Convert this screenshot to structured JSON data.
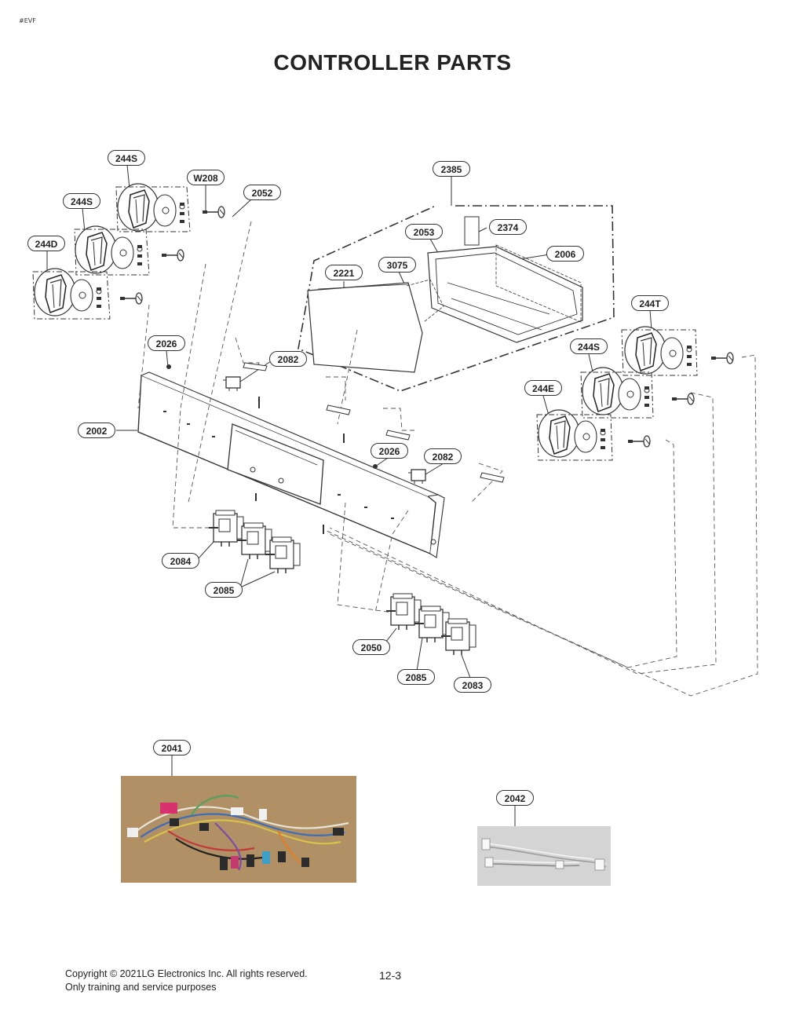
{
  "header": {
    "corner_code": "#EVF",
    "title": "CONTROLLER PARTS"
  },
  "callouts": {
    "c244S_a": "244S",
    "cW208": "W208",
    "c2052": "2052",
    "c244S_b": "244S",
    "c244D": "244D",
    "c2385": "2385",
    "c2053": "2053",
    "c2374": "2374",
    "c2006": "2006",
    "c2221": "2221",
    "c3075": "3075",
    "c2026_a": "2026",
    "c2082_a": "2082",
    "c2002": "2002",
    "c244T": "244T",
    "c244S_c": "244S",
    "c244E": "244E",
    "c2026_b": "2026",
    "c2082_b": "2082",
    "c2084": "2084",
    "c2085_a": "2085",
    "c2050": "2050",
    "c2085_b": "2085",
    "c2083": "2083",
    "c2041": "2041",
    "c2042": "2042"
  },
  "footer": {
    "copyright_line1": "Copyright © 2021LG Electronics Inc. All rights reserved.",
    "copyright_line2": "Only training and service purposes",
    "page_number": "12-3"
  }
}
